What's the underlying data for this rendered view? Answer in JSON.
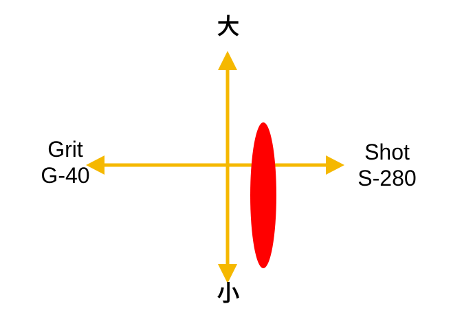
{
  "labels": {
    "top": "大",
    "bottom": "小",
    "left": {
      "line1": "Grit",
      "line2": "G-40"
    },
    "right": {
      "line1": "Shot",
      "line2": "S-280"
    }
  },
  "colors": {
    "axis": "#F5B800",
    "marker": "#FF0000",
    "background": "#FFFFFF",
    "text": "#000000"
  },
  "marker": {
    "shape": "ellipse"
  }
}
